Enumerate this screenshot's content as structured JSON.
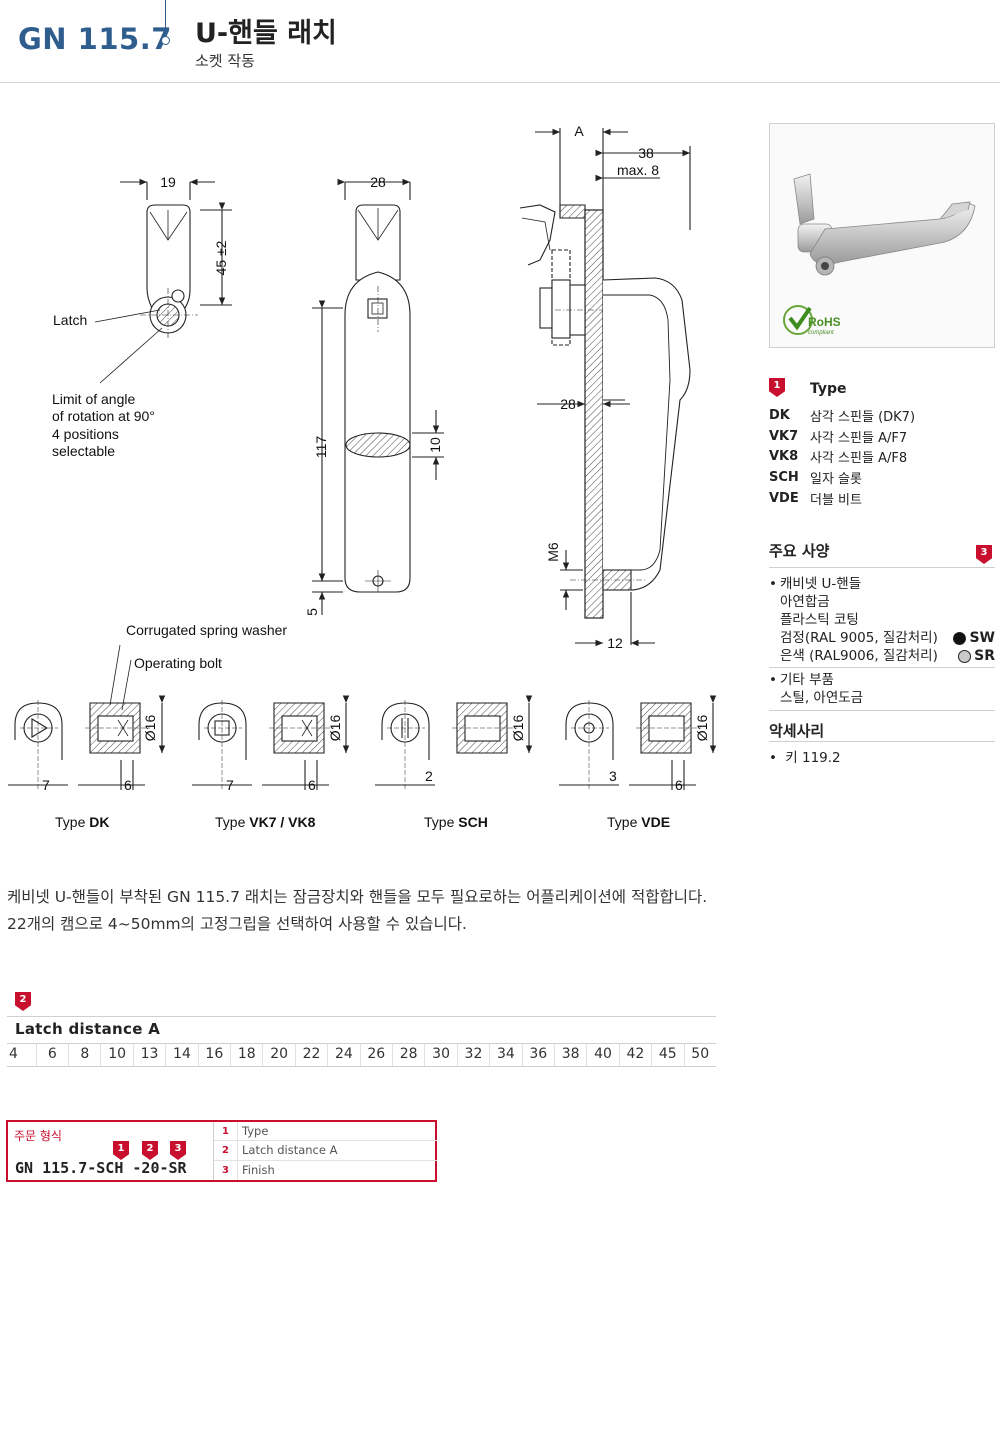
{
  "header": {
    "code": "GN 115.7",
    "title": "U-핸들 래치",
    "subtitle": "소켓 작동"
  },
  "drawing": {
    "dims": {
      "d19": "19",
      "d45": "45 ±2",
      "d28a": "28",
      "d117": "117",
      "d10": "10",
      "d5": "5",
      "dA": "A",
      "d38": "38",
      "dmax8": "max. 8",
      "d28b": "28",
      "dM6": "M6",
      "d12": "12",
      "d16": "Ø16",
      "d7": "7",
      "d6": "6",
      "d2": "2",
      "d3": "3"
    },
    "labels": {
      "latch": "Latch",
      "limit1": "Limit of angle",
      "limit2": "of rotation at 90°",
      "limit3": "4 positions",
      "limit4": "selectable",
      "washer": "Corrugated spring washer",
      "bolt": "Operating bolt"
    },
    "types": [
      {
        "prefix": "Type ",
        "code": "DK"
      },
      {
        "prefix": "Type ",
        "code": "VK7 / VK8"
      },
      {
        "prefix": "Type ",
        "code": "SCH"
      },
      {
        "prefix": "Type ",
        "code": "VDE"
      }
    ]
  },
  "photo": {
    "rohs_main": "RoHS",
    "rohs_sub": "compliant"
  },
  "type_section": {
    "badge": "1",
    "title": "Type",
    "rows": [
      {
        "code": "DK",
        "desc": "삼각 스핀들 (DK7)"
      },
      {
        "code": "VK7",
        "desc": "사각 스핀들 A/F7"
      },
      {
        "code": "VK8",
        "desc": "사각 스핀들 A/F8"
      },
      {
        "code": "SCH",
        "desc": "일자 슬롯"
      },
      {
        "code": "VDE",
        "desc": "더블 비트"
      }
    ]
  },
  "spec_section": {
    "title": "주요 사양",
    "badge": "3",
    "item1_lines": [
      "캐비넷 U-핸들",
      "아연합금",
      "플라스틱 코팅"
    ],
    "finishes": [
      {
        "text": "검정(RAL 9005, 질감처리)",
        "code": "SW",
        "color": "#111111"
      },
      {
        "text": "은색 (RAL9006, 질감처리)",
        "code": "SR",
        "color": "#c9c9c9"
      }
    ],
    "item2_lines": [
      "기타 부품",
      "스틸, 아연도금"
    ]
  },
  "accessory_section": {
    "title": "악세사리",
    "item": "키 119.2"
  },
  "description": {
    "line1": "케비넷 U-핸들이 부착된 GN 115.7 래치는 잠금장치와 핸들을 모두 필요로하는 어플리케이션에 적합합니다.",
    "line2": "22개의 캠으로 4~50mm의 고정그립을 선택하여 사용할 수 있습니다."
  },
  "latch_distance": {
    "badge": "2",
    "title": "Latch distance A",
    "values": [
      "4",
      "6",
      "8",
      "10",
      "13",
      "14",
      "16",
      "18",
      "20",
      "22",
      "24",
      "26",
      "28",
      "30",
      "32",
      "34",
      "36",
      "38",
      "40",
      "42",
      "45",
      "50"
    ]
  },
  "order": {
    "label": "주문 형식",
    "code": "GN 115.7-SCH -20-SR",
    "badges": [
      "1",
      "2",
      "3"
    ],
    "keys": [
      {
        "n": "1",
        "text": "Type"
      },
      {
        "n": "2",
        "text": "Latch distance A"
      },
      {
        "n": "3",
        "text": "Finish"
      }
    ]
  }
}
